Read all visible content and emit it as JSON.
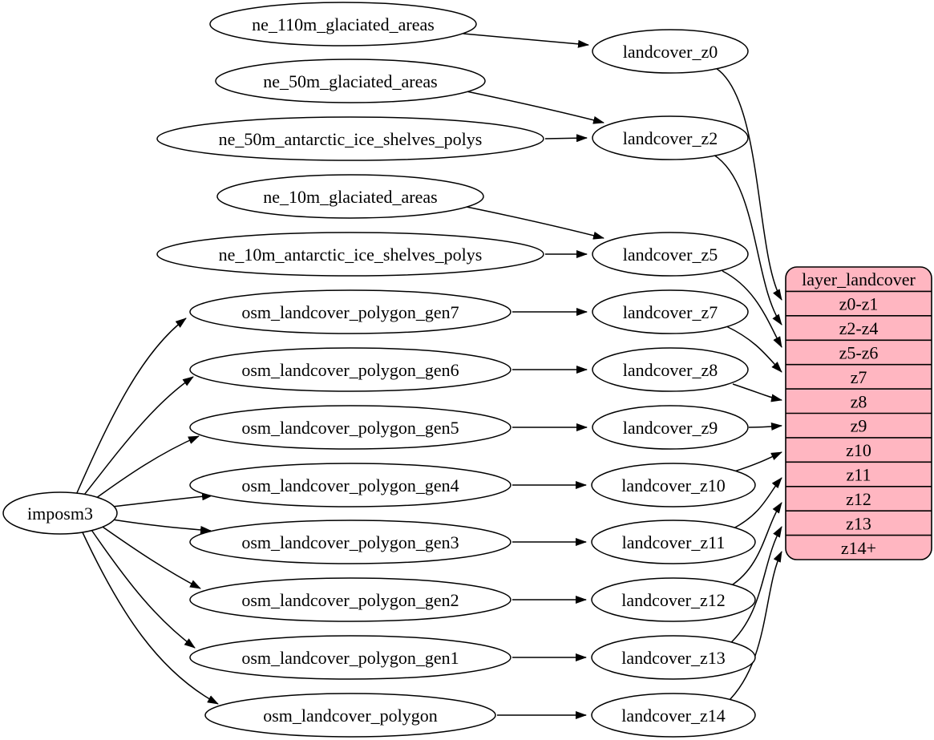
{
  "diagram": {
    "root": {
      "label": "imposm3"
    },
    "sources": [
      {
        "label": "ne_110m_glaciated_areas"
      },
      {
        "label": "ne_50m_glaciated_areas"
      },
      {
        "label": "ne_50m_antarctic_ice_shelves_polys"
      },
      {
        "label": "ne_10m_glaciated_areas"
      },
      {
        "label": "ne_10m_antarctic_ice_shelves_polys"
      },
      {
        "label": "osm_landcover_polygon_gen7"
      },
      {
        "label": "osm_landcover_polygon_gen6"
      },
      {
        "label": "osm_landcover_polygon_gen5"
      },
      {
        "label": "osm_landcover_polygon_gen4"
      },
      {
        "label": "osm_landcover_polygon_gen3"
      },
      {
        "label": "osm_landcover_polygon_gen2"
      },
      {
        "label": "osm_landcover_polygon_gen1"
      },
      {
        "label": "osm_landcover_polygon"
      }
    ],
    "generalized": [
      {
        "label": "landcover_z0"
      },
      {
        "label": "landcover_z2"
      },
      {
        "label": "landcover_z5"
      },
      {
        "label": "landcover_z7"
      },
      {
        "label": "landcover_z8"
      },
      {
        "label": "landcover_z9"
      },
      {
        "label": "landcover_z10"
      },
      {
        "label": "landcover_z11"
      },
      {
        "label": "landcover_z12"
      },
      {
        "label": "landcover_z13"
      },
      {
        "label": "landcover_z14"
      }
    ],
    "layer_table": {
      "title": "layer_landcover",
      "fill": "#ffb6c1",
      "rows": [
        {
          "label": "z0-z1"
        },
        {
          "label": "z2-z4"
        },
        {
          "label": "z5-z6"
        },
        {
          "label": "z7"
        },
        {
          "label": "z8"
        },
        {
          "label": "z9"
        },
        {
          "label": "z10"
        },
        {
          "label": "z11"
        },
        {
          "label": "z12"
        },
        {
          "label": "z13"
        },
        {
          "label": "z14+"
        }
      ]
    },
    "edges": [
      {
        "from": "imposm3",
        "to": "osm_landcover_polygon_gen7"
      },
      {
        "from": "imposm3",
        "to": "osm_landcover_polygon_gen6"
      },
      {
        "from": "imposm3",
        "to": "osm_landcover_polygon_gen5"
      },
      {
        "from": "imposm3",
        "to": "osm_landcover_polygon_gen4"
      },
      {
        "from": "imposm3",
        "to": "osm_landcover_polygon_gen3"
      },
      {
        "from": "imposm3",
        "to": "osm_landcover_polygon_gen2"
      },
      {
        "from": "imposm3",
        "to": "osm_landcover_polygon_gen1"
      },
      {
        "from": "imposm3",
        "to": "osm_landcover_polygon"
      },
      {
        "from": "ne_110m_glaciated_areas",
        "to": "landcover_z0"
      },
      {
        "from": "ne_50m_glaciated_areas",
        "to": "landcover_z2"
      },
      {
        "from": "ne_50m_antarctic_ice_shelves_polys",
        "to": "landcover_z2"
      },
      {
        "from": "ne_10m_glaciated_areas",
        "to": "landcover_z5"
      },
      {
        "from": "ne_10m_antarctic_ice_shelves_polys",
        "to": "landcover_z5"
      },
      {
        "from": "osm_landcover_polygon_gen7",
        "to": "landcover_z7"
      },
      {
        "from": "osm_landcover_polygon_gen6",
        "to": "landcover_z8"
      },
      {
        "from": "osm_landcover_polygon_gen5",
        "to": "landcover_z9"
      },
      {
        "from": "osm_landcover_polygon_gen4",
        "to": "landcover_z10"
      },
      {
        "from": "osm_landcover_polygon_gen3",
        "to": "landcover_z11"
      },
      {
        "from": "osm_landcover_polygon_gen2",
        "to": "landcover_z12"
      },
      {
        "from": "osm_landcover_polygon_gen1",
        "to": "landcover_z13"
      },
      {
        "from": "osm_landcover_polygon",
        "to": "landcover_z14"
      },
      {
        "from": "landcover_z0",
        "to": "layer_landcover:z0-z1"
      },
      {
        "from": "landcover_z2",
        "to": "layer_landcover:z2-z4"
      },
      {
        "from": "landcover_z5",
        "to": "layer_landcover:z5-z6"
      },
      {
        "from": "landcover_z7",
        "to": "layer_landcover:z7"
      },
      {
        "from": "landcover_z8",
        "to": "layer_landcover:z8"
      },
      {
        "from": "landcover_z9",
        "to": "layer_landcover:z9"
      },
      {
        "from": "landcover_z10",
        "to": "layer_landcover:z10"
      },
      {
        "from": "landcover_z11",
        "to": "layer_landcover:z11"
      },
      {
        "from": "landcover_z12",
        "to": "layer_landcover:z12"
      },
      {
        "from": "landcover_z13",
        "to": "layer_landcover:z13"
      },
      {
        "from": "landcover_z14",
        "to": "layer_landcover:z14+"
      }
    ],
    "colors": {
      "background": "#ffffff",
      "node_fill": "#ffffff",
      "stroke": "#000000",
      "table_fill": "#ffb6c1"
    }
  }
}
